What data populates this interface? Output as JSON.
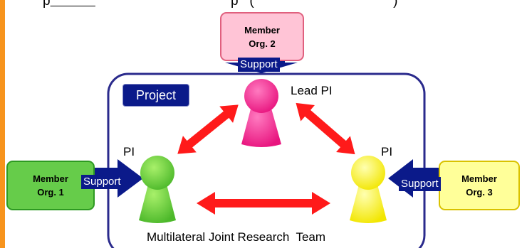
{
  "header_fragment": {
    "prefix": "p",
    "underlined": "            ",
    "suffix": "p",
    "paren": "(",
    "paren_end": ")"
  },
  "orgs": [
    {
      "line1": "Member",
      "line2": "Org. 2",
      "fill": "#ffc4d6",
      "border": "#e0607e"
    },
    {
      "line1": "Member",
      "line2": "Org. 1",
      "fill": "#66cc4a",
      "border": "#2e9a22"
    },
    {
      "line1": "Member",
      "line2": "Org. 3",
      "fill": "#ffff99",
      "border": "#d9c200"
    }
  ],
  "support_label": "Support",
  "project_label": "Project",
  "lead_pi_label": "Lead PI",
  "pi_label": "PI",
  "team_label": "Multilateral Joint Research  Team",
  "colors": {
    "frame": "#2a2a8c",
    "arrow_blue": "#0b1a8a",
    "arrow_red": "#ff1a1a",
    "lead_pi_figure": "#ff1a8c",
    "left_pi_figure": "#66cc33",
    "right_pi_figure": "#ffff33",
    "accent_bar": "#f7941d"
  }
}
